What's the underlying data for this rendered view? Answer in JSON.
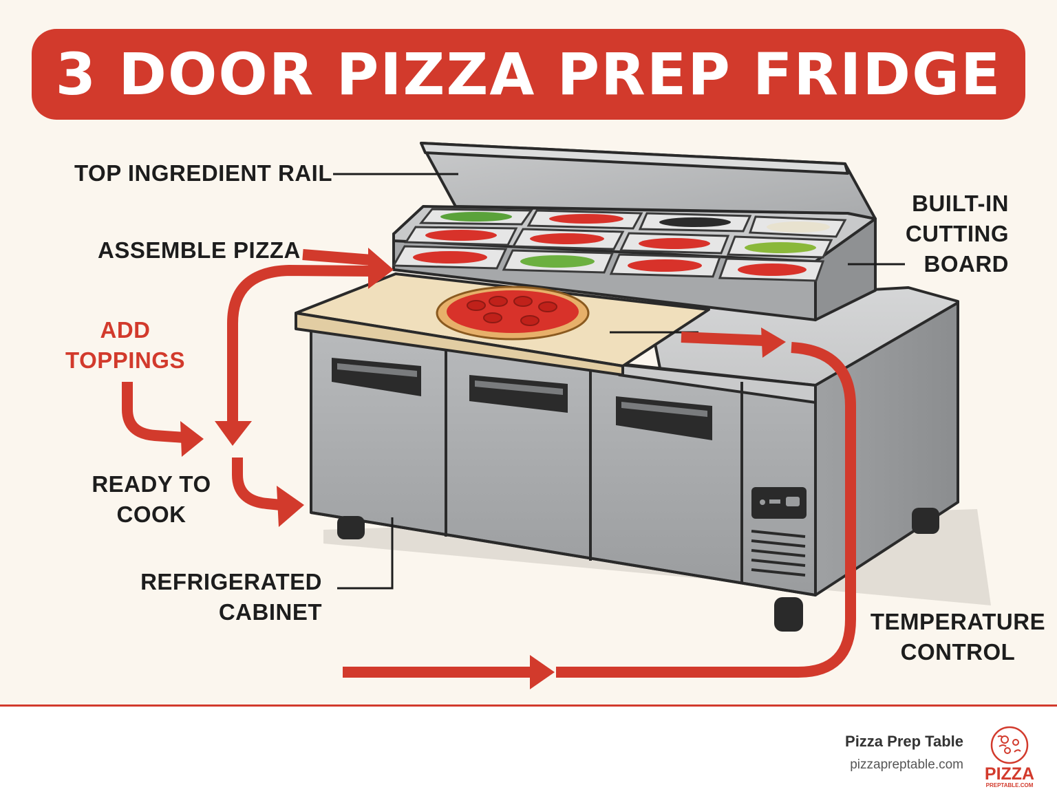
{
  "title": "3 DOOR PIZZA PREP FRIDGE",
  "labels": {
    "top_rail": "TOP INGREDIENT RAIL",
    "assemble": "ASSEMBLE PIZZA",
    "add_toppings": [
      "ADD",
      "TOPPINGS"
    ],
    "ready": [
      "READY TO",
      "COOK"
    ],
    "cabinet": [
      "REFRIGERATED",
      "CABINET"
    ],
    "cutting_board": [
      "BUILT-IN",
      "CUTTING",
      "BOARD"
    ],
    "temperature": [
      "TEMPERATURE",
      "CONTROL"
    ]
  },
  "footer": {
    "brand_name": "Pizza Prep Table",
    "url": "pizzapreptable.com",
    "logo_word": "PIZZA",
    "logo_sub": "PREPTABLE.COM"
  },
  "colors": {
    "accent": "#d23a2c",
    "steel": "#a9abad",
    "board": "#f0dfbc",
    "background": "#fbf6ee"
  }
}
